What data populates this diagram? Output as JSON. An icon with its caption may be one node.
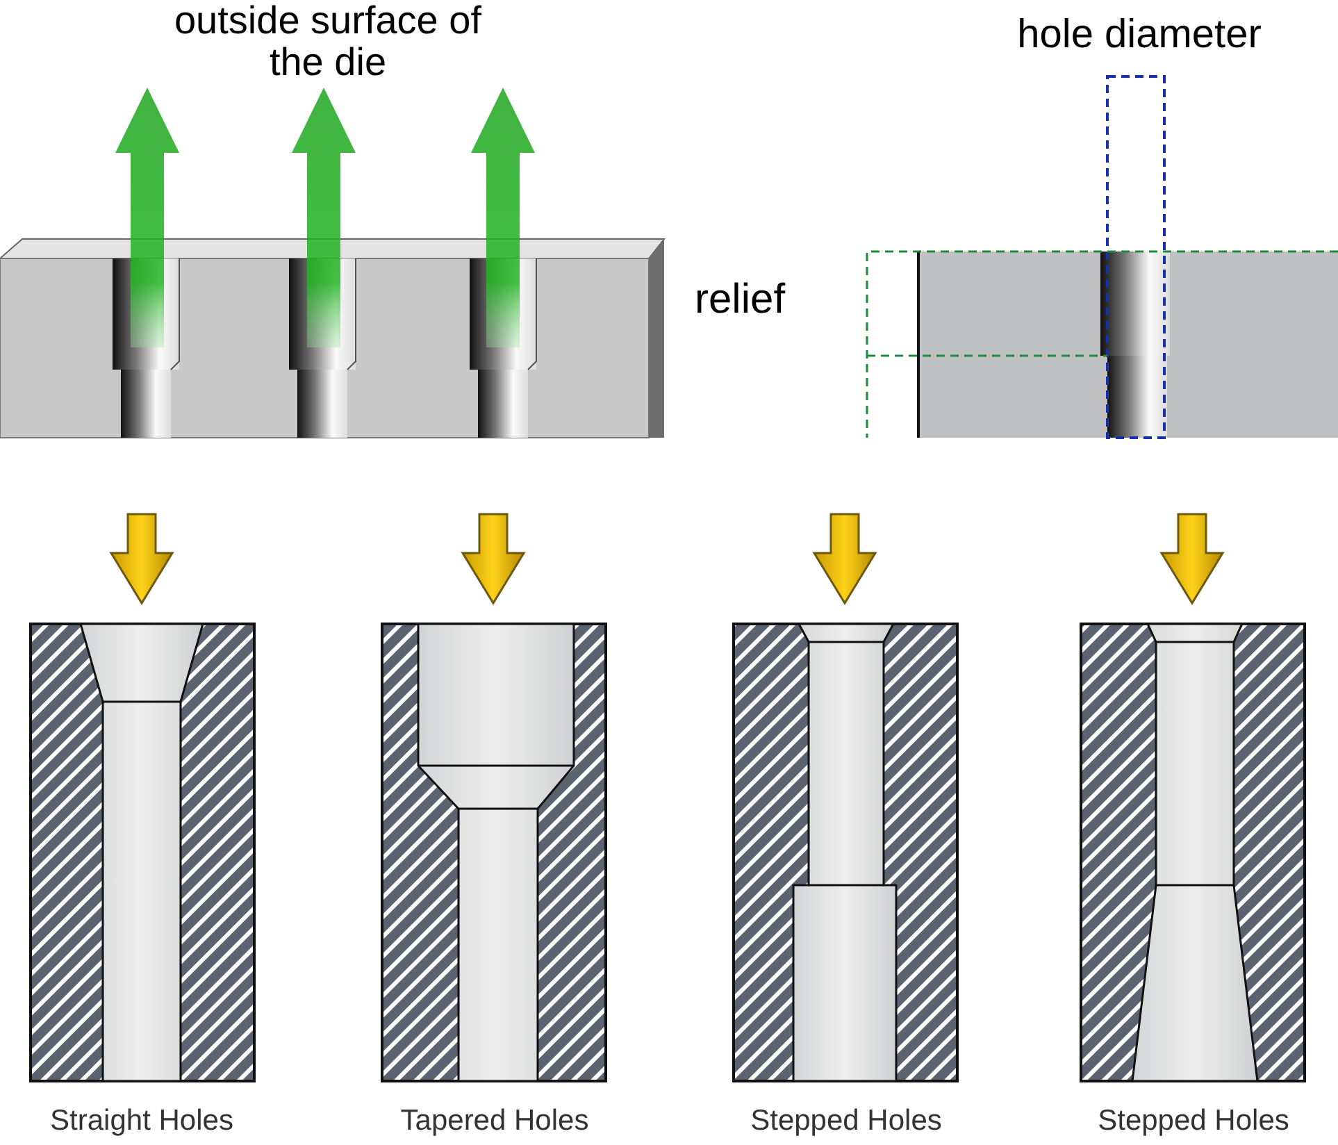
{
  "diagram": {
    "labels": [
      "outside surface of the die",
      "hole diameter",
      "relief",
      "Straight Holes",
      "Tapered Holes",
      "Stepped Holes",
      "Stepped Holes"
    ]
  }
}
